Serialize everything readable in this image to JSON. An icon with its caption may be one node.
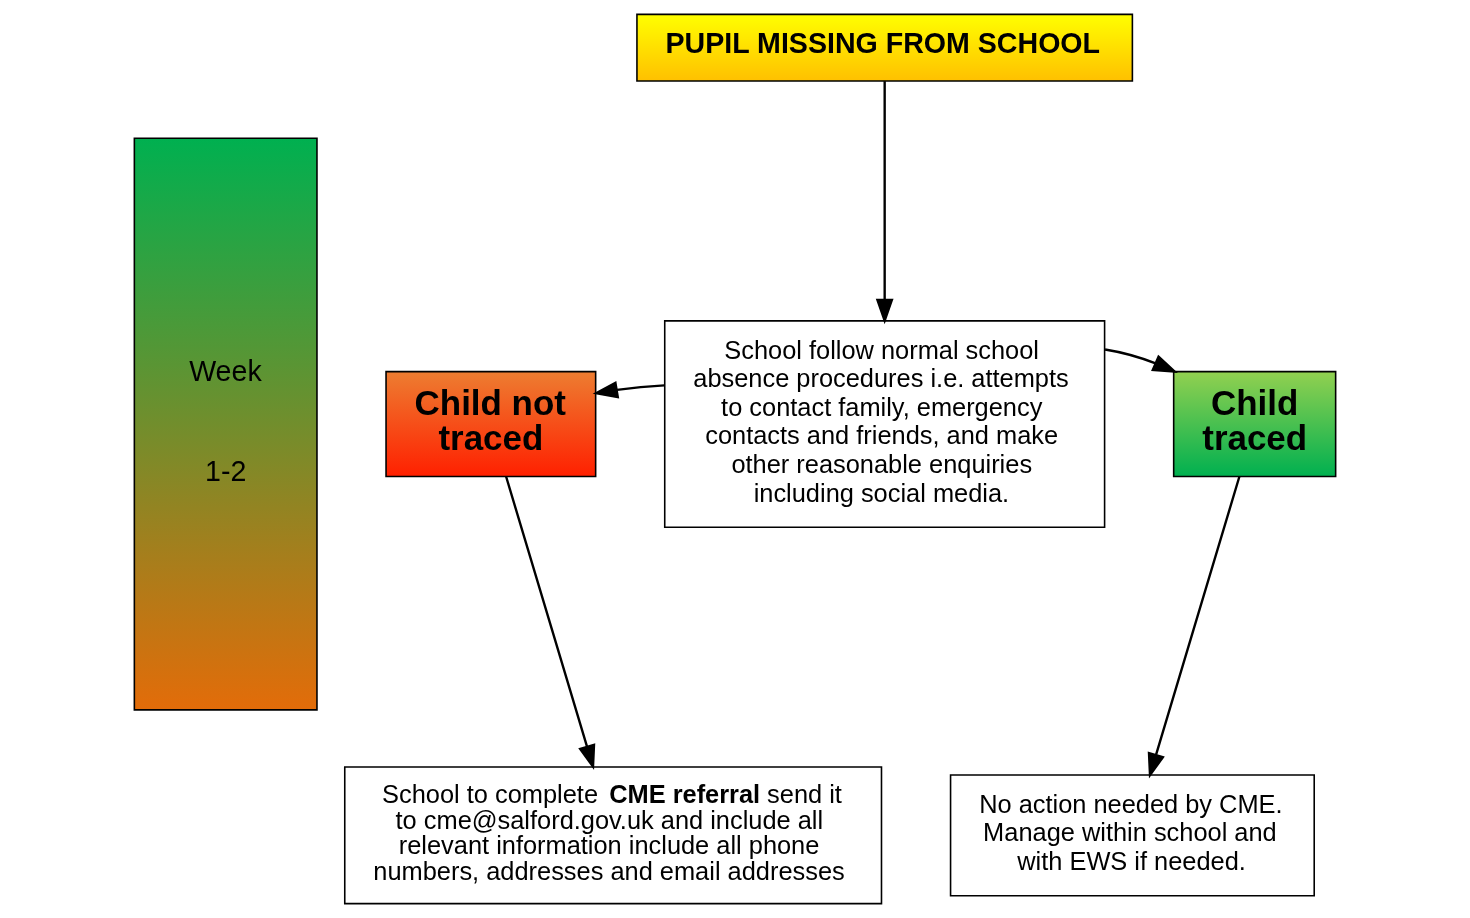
{
  "diagram": {
    "nodes": [
      {
        "text": [
          "PUPIL MISSING FROM SCHOOL"
        ]
      },
      {
        "text": [
          "School follow normal school absence procedures i.e. attempts to contact family, emergency contacts and friends, and make other reasonable enquiries including social media."
        ]
      },
      {
        "text": [
          "Child not traced"
        ]
      },
      {
        "text": [
          "Child traced"
        ]
      },
      {
        "text": [
          "School to complete **CME referral** send it to cme@salford.gov.uk and include all relevant information include all phone numbers, addresses and email addresses"
        ]
      },
      {
        "text": [
          "No action needed by CME. Manage within school and with EWS if needed."
        ]
      },
      {
        "text": [
          "Week",
          "1-2"
        ]
      }
    ],
    "edges": [
      {
        "from": 0,
        "to": 1,
        "arrow": "to"
      },
      {
        "from": 1,
        "to": 2,
        "arrow": "to"
      },
      {
        "from": 1,
        "to": 3,
        "arrow": "to"
      },
      {
        "from": 2,
        "to": 4,
        "arrow": "to"
      },
      {
        "from": 3,
        "to": 5,
        "arrow": "to"
      }
    ]
  }
}
